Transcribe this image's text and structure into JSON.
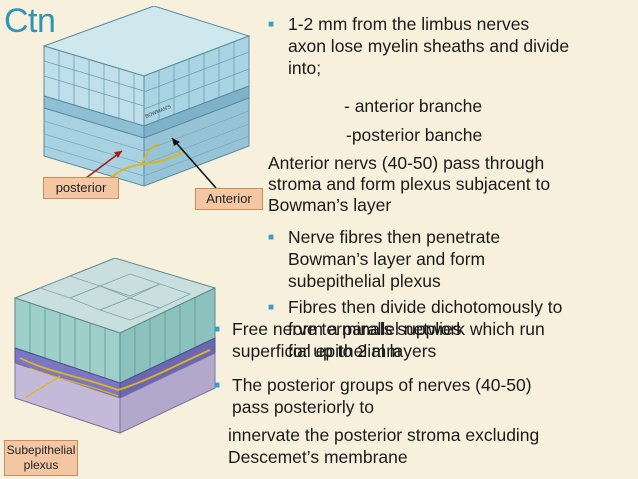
{
  "title": "Ctn",
  "colors": {
    "accent": "#2f95b6",
    "background": "#f6f0dc",
    "label_fill": "#f3c7a3",
    "nerve": "#e1b419"
  },
  "figure_labels": {
    "posterior": "posterior",
    "anterior": "Anterior",
    "subepithelial_line1": "Subepithelial",
    "subepithelial_line2": "plexus"
  },
  "figure_text": {
    "tiny": "BOWMAN'S"
  },
  "bullets": {
    "b1_l1": "1-2 mm from the limbus nerves",
    "b1_l2": "axon lose myelin sheaths and divide",
    "b1_l3": "into;",
    "sub1": "- anterior branche",
    "sub2": "-posterior banche",
    "p1_l1": "Anterior nervs (40-50) pass through",
    "p1_l2": "stroma and form plexus subjacent to",
    "p1_l3": "Bowman’s layer",
    "b2_l1": "Nerve fibres then penetrate",
    "b2_l2": "Bowman’s layer and form",
    "b2_l3": "subepithelial plexus",
    "b3_l1": "Fibres then divide dichotomously to",
    "b3_l2": "form a parallel network which run",
    "b3_l3": "for up to 2 mm",
    "b4_l1": "Free nerve terminals supplies",
    "b4_l2": "superficial epithelial layers",
    "b5_l1": "The posterior groups of nerves (40-50)",
    "b5_l2": "pass posteriorly to",
    "p2_l1": "innervate the posterior stroma excluding",
    "p2_l2": "Descemet’s membrane"
  }
}
